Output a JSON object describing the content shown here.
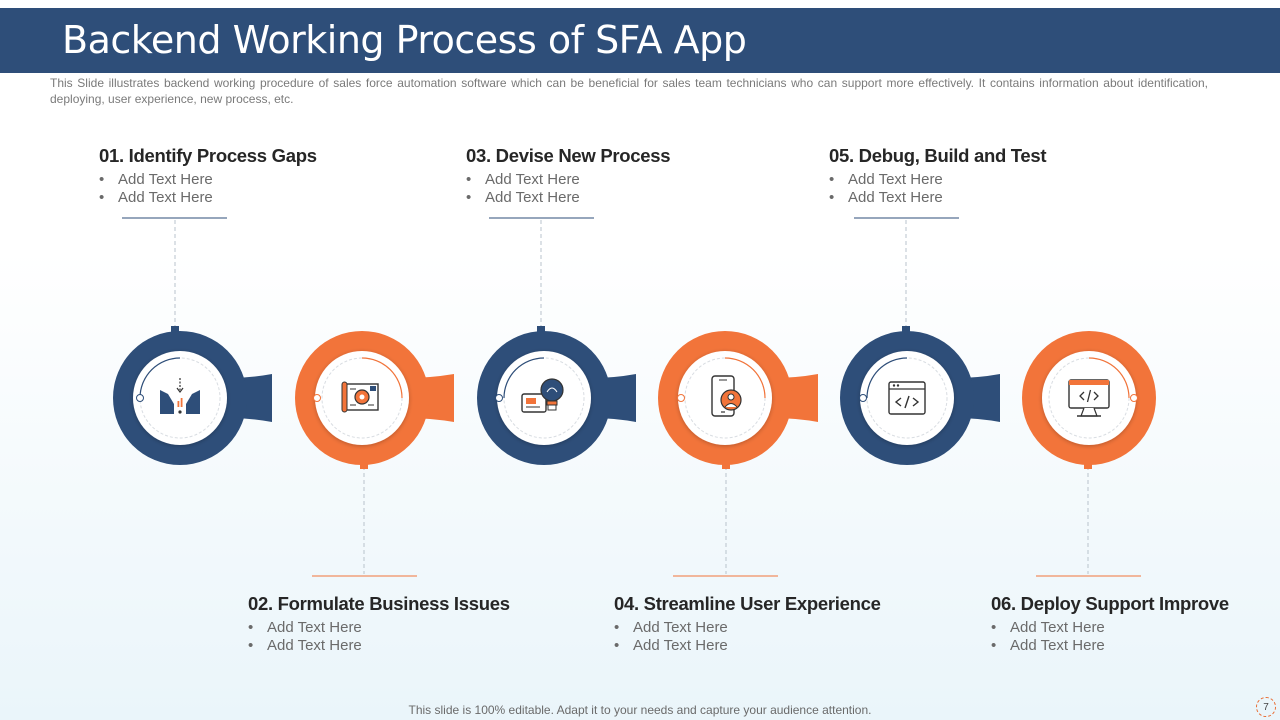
{
  "title": "Backend Working Process of SFA App",
  "description": "This Slide illustrates backend working procedure of sales force automation software which can be beneficial for sales team technicians who can support more effectively. It contains information about identification, deploying, user experience, new process, etc.",
  "steps": [
    {
      "heading": "01. Identify Process Gaps",
      "bullets": [
        "Add Text Here",
        "Add Text Here"
      ],
      "icon": "process-gap-icon"
    },
    {
      "heading": "02. Formulate Business Issues",
      "bullets": [
        "Add Text Here",
        "Add Text Here"
      ],
      "icon": "blueprint-gear-icon"
    },
    {
      "heading": "03. Devise New Process",
      "bullets": [
        "Add Text Here",
        "Add Text Here"
      ],
      "icon": "idea-bulb-icon"
    },
    {
      "heading": "04. Streamline User Experience",
      "bullets": [
        "Add Text Here",
        "Add Text Here"
      ],
      "icon": "mobile-user-icon"
    },
    {
      "heading": "05. Debug, Build and Test",
      "bullets": [
        "Add Text Here",
        "Add Text Here"
      ],
      "icon": "code-window-icon"
    },
    {
      "heading": "06. Deploy Support Improve",
      "bullets": [
        "Add Text Here",
        "Add Text Here"
      ],
      "icon": "monitor-code-icon"
    }
  ],
  "colors": {
    "navy": "#2e4e79",
    "orange": "#f2743a"
  },
  "footer": "This slide is 100% editable. Adapt it to your  needs and capture your audience attention.",
  "page_number": "7"
}
